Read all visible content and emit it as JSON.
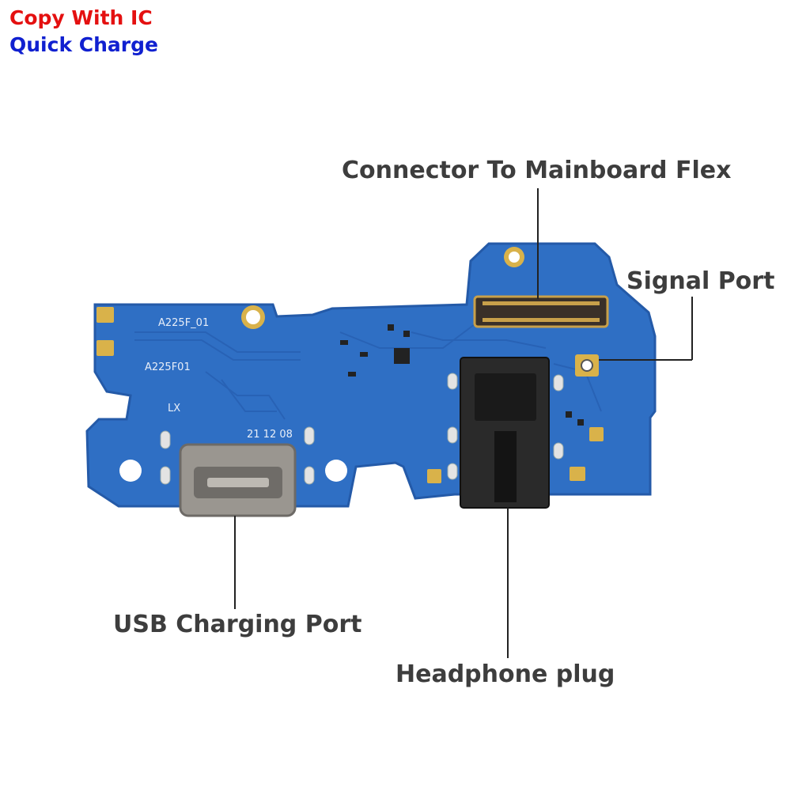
{
  "badges": {
    "copy_with_ic": "Copy With IC",
    "quick_charge": "Quick Charge",
    "copy_color": "#e41010",
    "quick_color": "#1020d0"
  },
  "callouts": {
    "connector": "Connector To Mainboard Flex",
    "signal": "Signal Port",
    "usb": "USB Charging Port",
    "headphone": "Headphone plug"
  },
  "board_marks": {
    "model_top": "A225F_01",
    "model_mid": "A225F01",
    "date": "21 12 08",
    "lx": "LX"
  },
  "colors": {
    "pcb": "#2f6fc4",
    "pcb_dark": "#245aa8",
    "gold": "#d9b24a",
    "label_gray": "#3d3d3d"
  }
}
